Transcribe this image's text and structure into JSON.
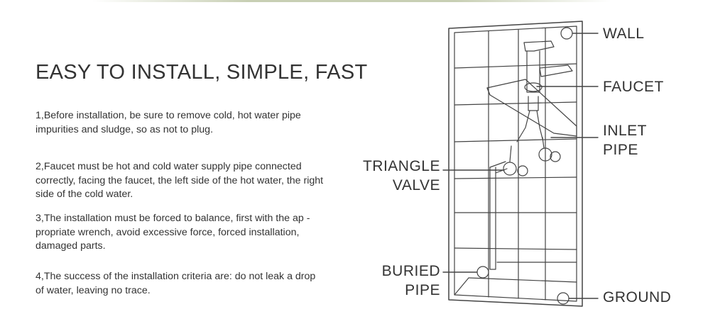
{
  "title": "EASY TO INSTALL, SIMPLE, FAST",
  "steps": [
    "1,Before installation, be sure to remove cold, hot water pipe impurities and sludge, so as not to plug.",
    "2,Faucet must be hot and cold water supply pipe connected correctly, facing the faucet, the left side of the hot water, the right side of the cold water.",
    "3,The installation must be forced to balance, first with the ap -propriate wrench, avoid excessive force, forced installation, damaged parts.",
    "4,The success of the installation criteria are: do not leak a drop of water, leaving no trace."
  ],
  "labels": {
    "wall": "WALL",
    "faucet": "FAUCET",
    "inlet_line1": "INLET",
    "inlet_line2": "PIPE",
    "triangle_line1": "TRIANGLE",
    "triangle_line2": "VALVE",
    "buried_line1": "BURIED",
    "buried_line2": "PIPE",
    "ground": "GROUND"
  },
  "colors": {
    "text": "#333333",
    "line": "#444444",
    "accent_rule": "#c8cfb4"
  }
}
